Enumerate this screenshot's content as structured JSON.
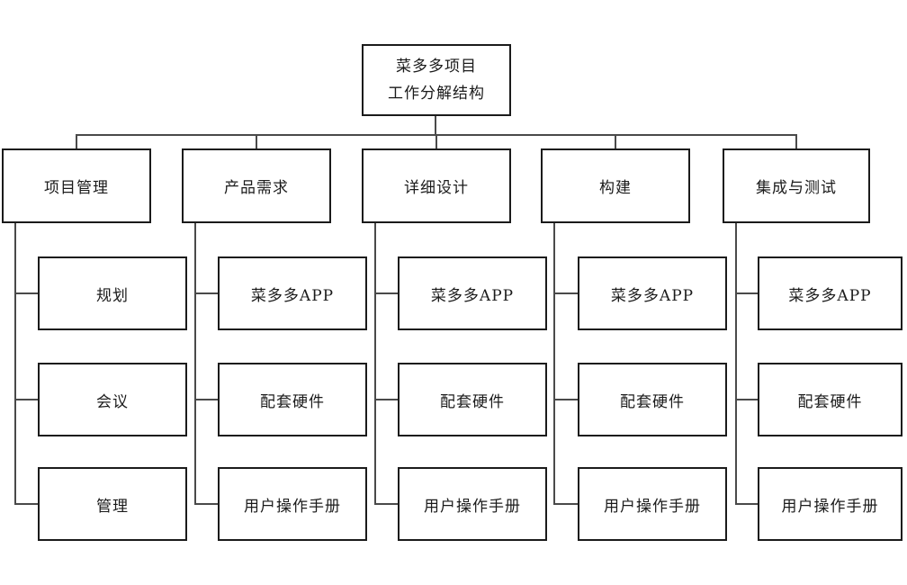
{
  "diagram": {
    "title": "菜多多项目工作分解结构",
    "root": {
      "line1": "菜多多项目",
      "line2": "工作分解结构"
    },
    "branches": [
      {
        "label": "项目管理",
        "children": [
          "规划",
          "会议",
          "管理"
        ]
      },
      {
        "label": "产品需求",
        "children": [
          "菜多多APP",
          "配套硬件",
          "用户操作手册"
        ]
      },
      {
        "label": "详细设计",
        "children": [
          "菜多多APP",
          "配套硬件",
          "用户操作手册"
        ]
      },
      {
        "label": "构建",
        "children": [
          "菜多多APP",
          "配套硬件",
          "用户操作手册"
        ]
      },
      {
        "label": "集成与测试",
        "children": [
          "菜多多APP",
          "配套硬件",
          "用户操作手册"
        ]
      }
    ],
    "colors": {
      "background": "#ffffff",
      "box_border": "#1b1b1b",
      "connector": "#4a4a4a",
      "text": "#1b1b1b"
    }
  }
}
